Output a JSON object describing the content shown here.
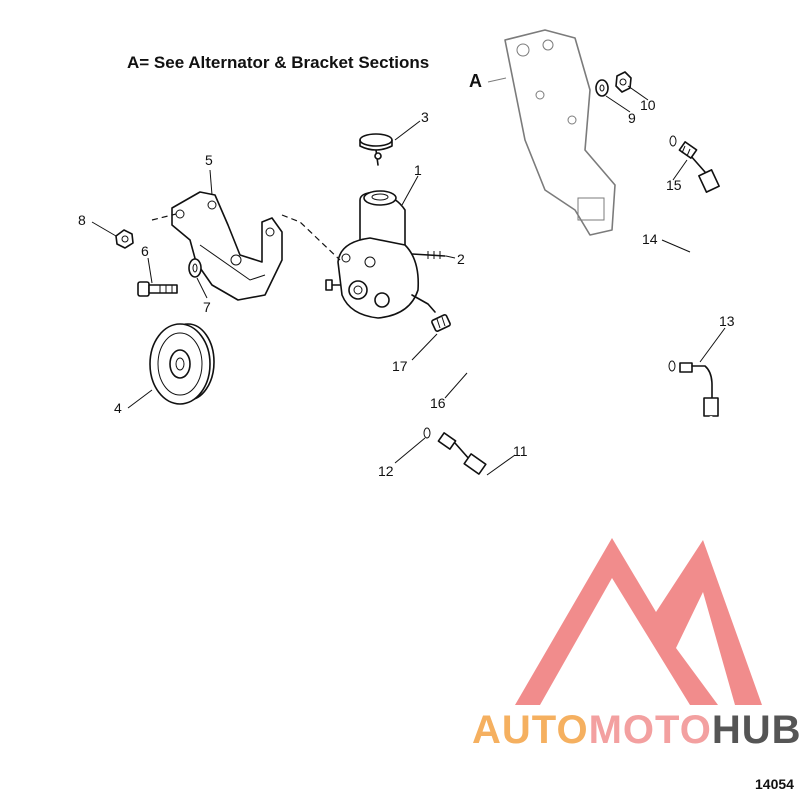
{
  "diagram": {
    "note": "A= See Alternator & Bracket Sections",
    "ref_letter": "A",
    "figure_number": "14054",
    "callouts": [
      "1",
      "2",
      "3",
      "4",
      "5",
      "6",
      "7",
      "8",
      "9",
      "10",
      "11",
      "12",
      "13",
      "14",
      "15",
      "16",
      "17"
    ]
  },
  "watermark": {
    "part1": "AUTO",
    "part2": "MOTO",
    "part3": "HUB",
    "colors": {
      "triangle": "#f08080",
      "auto": "#f5b060",
      "moto": "#f3a0a0",
      "hub": "#555555"
    }
  }
}
